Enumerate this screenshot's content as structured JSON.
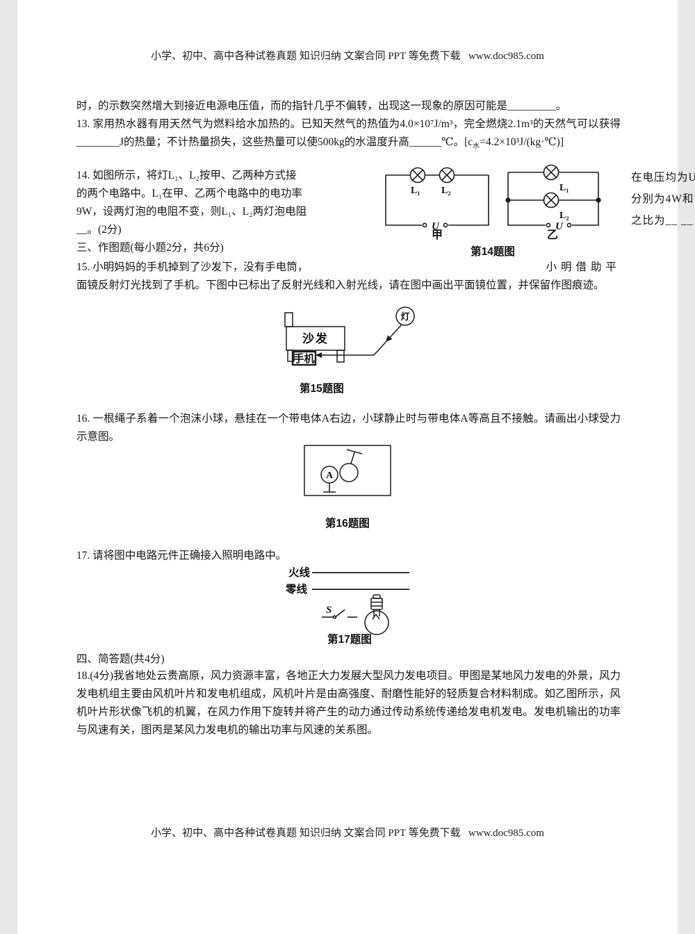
{
  "page": {
    "header": "小学、初中、高中各种试卷真题 知识归纳 文案合同 PPT 等免费下载   www.doc985.com",
    "footer": "小学、初中、高中各种试卷真题 知识归纳 文案合同 PPT 等免费下载   www.doc985.com"
  },
  "q12_tail": "时，的示数突然增大到接近电源电压值，而的指针几乎不偏转，出现这一现象的原因可能是_________。",
  "q13": {
    "seg1": "13. 家用热水器有用天然气为燃料给水加热的。已知天然气的热值为4.0×10⁷J/m³，完全燃烧2.1m³的天然气可以获得________J的热量；不计热量损失，这些热量可以使500kg的水温度升高______℃。[c",
    "sub": "水",
    "seg2": "=4.2×10³J/(kg·℃)]"
  },
  "q14": {
    "left_lines": [
      "14. 如图所示，将灯L₁、L₂按甲、乙两种方式接",
      "的两个电路中。L₁在甲、乙两个电路中的电功率",
      "9W，设两灯泡的电阻不变，则L₁、L₂两灯泡电阻",
      "__。(2分)"
    ],
    "right_lines": [
      "在电压均为U",
      "分别为4W和",
      "之比为__ __"
    ],
    "figure": {
      "lamp1": "L₁",
      "lamp2": "L₂",
      "u": "U",
      "jia": "甲",
      "yi": "乙",
      "caption": "第14题图"
    }
  },
  "sections": {
    "s3": "三、作图题(每小题2分，共6分)",
    "s4": "四、简答题(共4分)"
  },
  "q15": {
    "line1_left": "15. 小明妈妈的手机掉到了沙发下，没有手电筒，",
    "line1_right": "小明借助平",
    "rest": "面镜反射灯光找到了手机。下图中已标出了反射光线和入射光线，请在图中画出平面镜位置，并保留作图痕迹。",
    "figure": {
      "sofa": "沙发",
      "phone": "手机",
      "lamp": "灯",
      "caption": "第15题图"
    }
  },
  "q16": {
    "text": "16. 一根绳子系着一个泡沫小球，悬挂在一个带电体A右边，小球静止时与带电体A等高且不接触。请画出小球受力示意图。",
    "figure": {
      "body_label": "A",
      "caption": "第16题图"
    }
  },
  "q17": {
    "text": "17. 请将图中电路元件正确接入照明电路中。",
    "figure": {
      "live": "火线",
      "neutral": "零线",
      "switch": "S",
      "caption": "第17题图"
    }
  },
  "q18": "18.(4分)我省地处云贵高原，风力资源丰富，各地正大力发展大型风力发电项目。甲图是某地风力发电的外景，风力发电机组主要由风机叶片和发电机组成，风机叶片是由高强度、耐磨性能好的轻质复合材料制成。如乙图所示，风机叶片形状像飞机的机翼，在风力作用下旋转并将产生的动力通过传动系统传递给发电机发电。发电机输出的功率与风速有关，图丙是某风力发电机的输出功率与风速的关系图。"
}
